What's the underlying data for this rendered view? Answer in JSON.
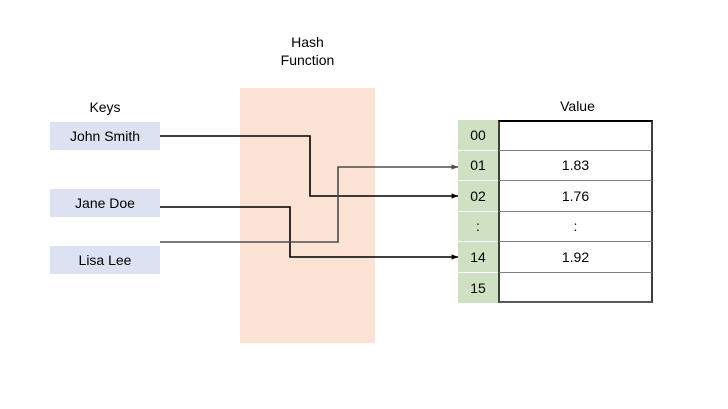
{
  "diagram": {
    "title_keys": "Keys",
    "title_hash": "Hash\nFunction",
    "title_value": "Value",
    "colors": {
      "key_box": "#dce2f1",
      "hash_block": "#fae2d5",
      "index_cell": "#cfe0c3",
      "value_cell": "#ffffff",
      "line": "#000000"
    },
    "keys": [
      {
        "label": "John Smith",
        "maps_to": "02"
      },
      {
        "label": "Jane Doe",
        "maps_to": "14"
      },
      {
        "label": "Lisa Lee",
        "maps_to": "01"
      }
    ],
    "table": {
      "rows": [
        {
          "index": "00",
          "value": ""
        },
        {
          "index": "01",
          "value": "1.83"
        },
        {
          "index": "02",
          "value": "1.76"
        },
        {
          "index": ":",
          "value": ":"
        },
        {
          "index": "14",
          "value": "1.92"
        },
        {
          "index": "15",
          "value": ""
        }
      ]
    }
  }
}
